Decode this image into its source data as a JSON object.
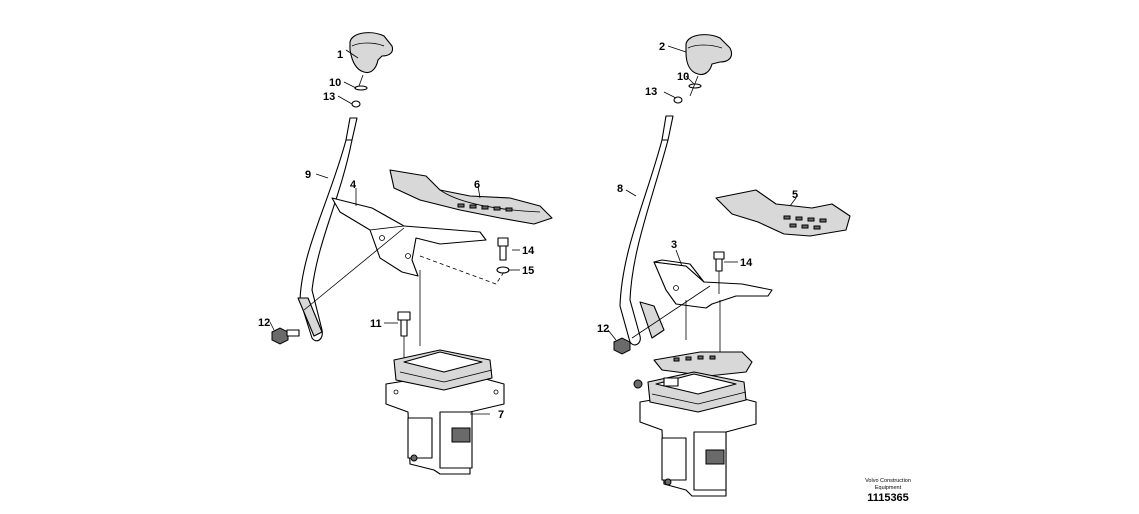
{
  "left_assembly": {
    "callouts": [
      "1",
      "10",
      "13",
      "9",
      "4",
      "6",
      "14",
      "15",
      "12",
      "11",
      "7"
    ]
  },
  "right_assembly": {
    "callouts": [
      "2",
      "10",
      "13",
      "8",
      "5",
      "3",
      "14",
      "12"
    ]
  },
  "footer": {
    "brand_line1": "Volvo Construction",
    "brand_line2": "Equipment",
    "reference_number": "1115365"
  }
}
